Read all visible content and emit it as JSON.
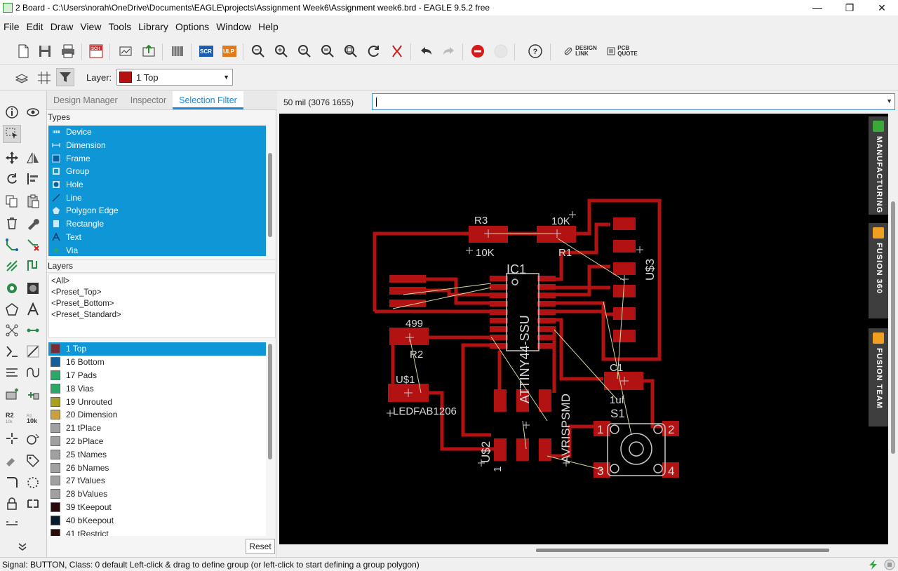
{
  "window": {
    "title": "2 Board - C:\\Users\\norah\\OneDrive\\Documents\\EAGLE\\projects\\Assignment Week6\\Assignment week6.brd - EAGLE 9.5.2 free",
    "minimize": "—",
    "restore": "❐",
    "close": "✕"
  },
  "menu": [
    "File",
    "Edit",
    "Draw",
    "View",
    "Tools",
    "Library",
    "Options",
    "Window",
    "Help"
  ],
  "toolbar": {
    "sch_label": "SCH",
    "scr_label": "SCR",
    "ulp_label": "ULP",
    "help_label": "?",
    "design_link_line1": "DESIGN",
    "design_link_line2": "LINK",
    "pcb_quote_line1": "PCB",
    "pcb_quote_line2": "QUOTE"
  },
  "layer_bar": {
    "label": "Layer:",
    "selected_layer": "1 Top",
    "selected_color": "#b31212"
  },
  "panel": {
    "tabs": [
      "Design Manager",
      "Inspector",
      "Selection Filter"
    ],
    "active_tab": "Selection Filter",
    "types_heading": "Types",
    "types": [
      {
        "label": "Device",
        "icon": "device-icon"
      },
      {
        "label": "Dimension",
        "icon": "dimension-icon"
      },
      {
        "label": "Frame",
        "icon": "frame-icon"
      },
      {
        "label": "Group",
        "icon": "group-icon"
      },
      {
        "label": "Hole",
        "icon": "hole-icon"
      },
      {
        "label": "Line",
        "icon": "line-icon"
      },
      {
        "label": "Polygon Edge",
        "icon": "polygon-edge-icon"
      },
      {
        "label": "Rectangle",
        "icon": "rectangle-icon"
      },
      {
        "label": "Text",
        "icon": "text-icon"
      },
      {
        "label": "Via",
        "icon": "via-icon"
      }
    ],
    "layers_heading": "Layers",
    "presets": [
      "<All>",
      "<Preset_Top>",
      "<Preset_Bottom>",
      "<Preset_Standard>"
    ],
    "layers": [
      {
        "label": "1 Top",
        "color": "#7a2a3a",
        "selected": true
      },
      {
        "label": "16 Bottom",
        "color": "#1060a0"
      },
      {
        "label": "17 Pads",
        "color": "#2aa86a"
      },
      {
        "label": "18 Vias",
        "color": "#2aa86a"
      },
      {
        "label": "19 Unrouted",
        "color": "#a8a020"
      },
      {
        "label": "20 Dimension",
        "color": "#c8a040"
      },
      {
        "label": "21 tPlace",
        "color": "#a0a0a0"
      },
      {
        "label": "22 bPlace",
        "color": "#a0a0a0"
      },
      {
        "label": "25 tNames",
        "color": "#a0a0a0"
      },
      {
        "label": "26 bNames",
        "color": "#a0a0a0"
      },
      {
        "label": "27 tValues",
        "color": "#a0a0a0"
      },
      {
        "label": "28 bValues",
        "color": "#a0a0a0"
      },
      {
        "label": "39 tKeepout",
        "color": "#2a0a0a"
      },
      {
        "label": "40 bKeepout",
        "color": "#0a1a2a"
      },
      {
        "label": "41 tRestrict",
        "color": "#2a0a0a"
      }
    ],
    "reset_label": "Reset"
  },
  "coord_display": "50 mil (3076 1655)",
  "command_input": "",
  "side_tabs": [
    {
      "label": "MANUFACTURING",
      "icon_color": "#3aa83a"
    },
    {
      "label": "FUSION 360",
      "icon_color": "#f0a020"
    },
    {
      "label": "FUSION TEAM",
      "icon_color": "#f0a020"
    }
  ],
  "board_labels": {
    "r3": "R3",
    "r3_val": "10K",
    "r1": "R1",
    "r1_val": "10K",
    "ic1": "IC1",
    "ic1_val": "ATTINY44-SSU",
    "us3": "U$3",
    "r2": "R2",
    "r2_val": "499",
    "us1": "U$1",
    "us1_val": "LEDFAB1206",
    "us2": "U$2",
    "us2_pin": "1",
    "avr": "AVRISPSMD",
    "c1": "C1",
    "c1_val": "1uf",
    "s1": "S1",
    "s1_p1": "1",
    "s1_p2": "2",
    "s1_p3": "3",
    "s1_p4": "4"
  },
  "colors": {
    "copper": "#b31212",
    "silk": "#c8c8c8",
    "airwire": "#d8d8a0",
    "selection_blue": "#0f96d6"
  },
  "status": "Signal: BUTTON, Class: 0 default Left-click & drag to define group (or left-click to start defining a group polygon)"
}
